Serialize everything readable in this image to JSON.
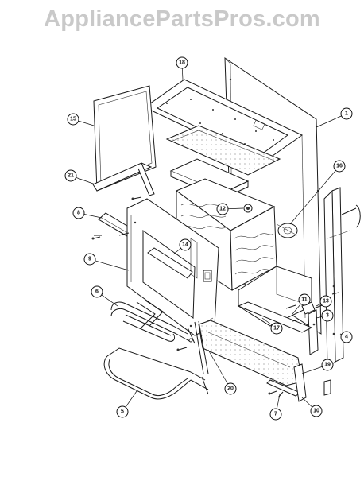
{
  "watermark": "AppliancePartsPros.com",
  "callouts": [
    {
      "id": "c1",
      "label": "1"
    },
    {
      "id": "c3",
      "label": "3"
    },
    {
      "id": "c4",
      "label": "4"
    },
    {
      "id": "c5",
      "label": "5"
    },
    {
      "id": "c6",
      "label": "6"
    },
    {
      "id": "c7",
      "label": "7"
    },
    {
      "id": "c8",
      "label": "8"
    },
    {
      "id": "c9",
      "label": "9"
    },
    {
      "id": "c10",
      "label": "10"
    },
    {
      "id": "c11",
      "label": "11"
    },
    {
      "id": "c12",
      "label": "12"
    },
    {
      "id": "c13",
      "label": "13"
    },
    {
      "id": "c14",
      "label": "14"
    },
    {
      "id": "c15",
      "label": "15"
    },
    {
      "id": "c16",
      "label": "16"
    },
    {
      "id": "c17",
      "label": "17"
    },
    {
      "id": "c18",
      "label": "18"
    },
    {
      "id": "c19",
      "label": "19"
    },
    {
      "id": "c20",
      "label": "20"
    },
    {
      "id": "c21",
      "label": "21"
    }
  ]
}
